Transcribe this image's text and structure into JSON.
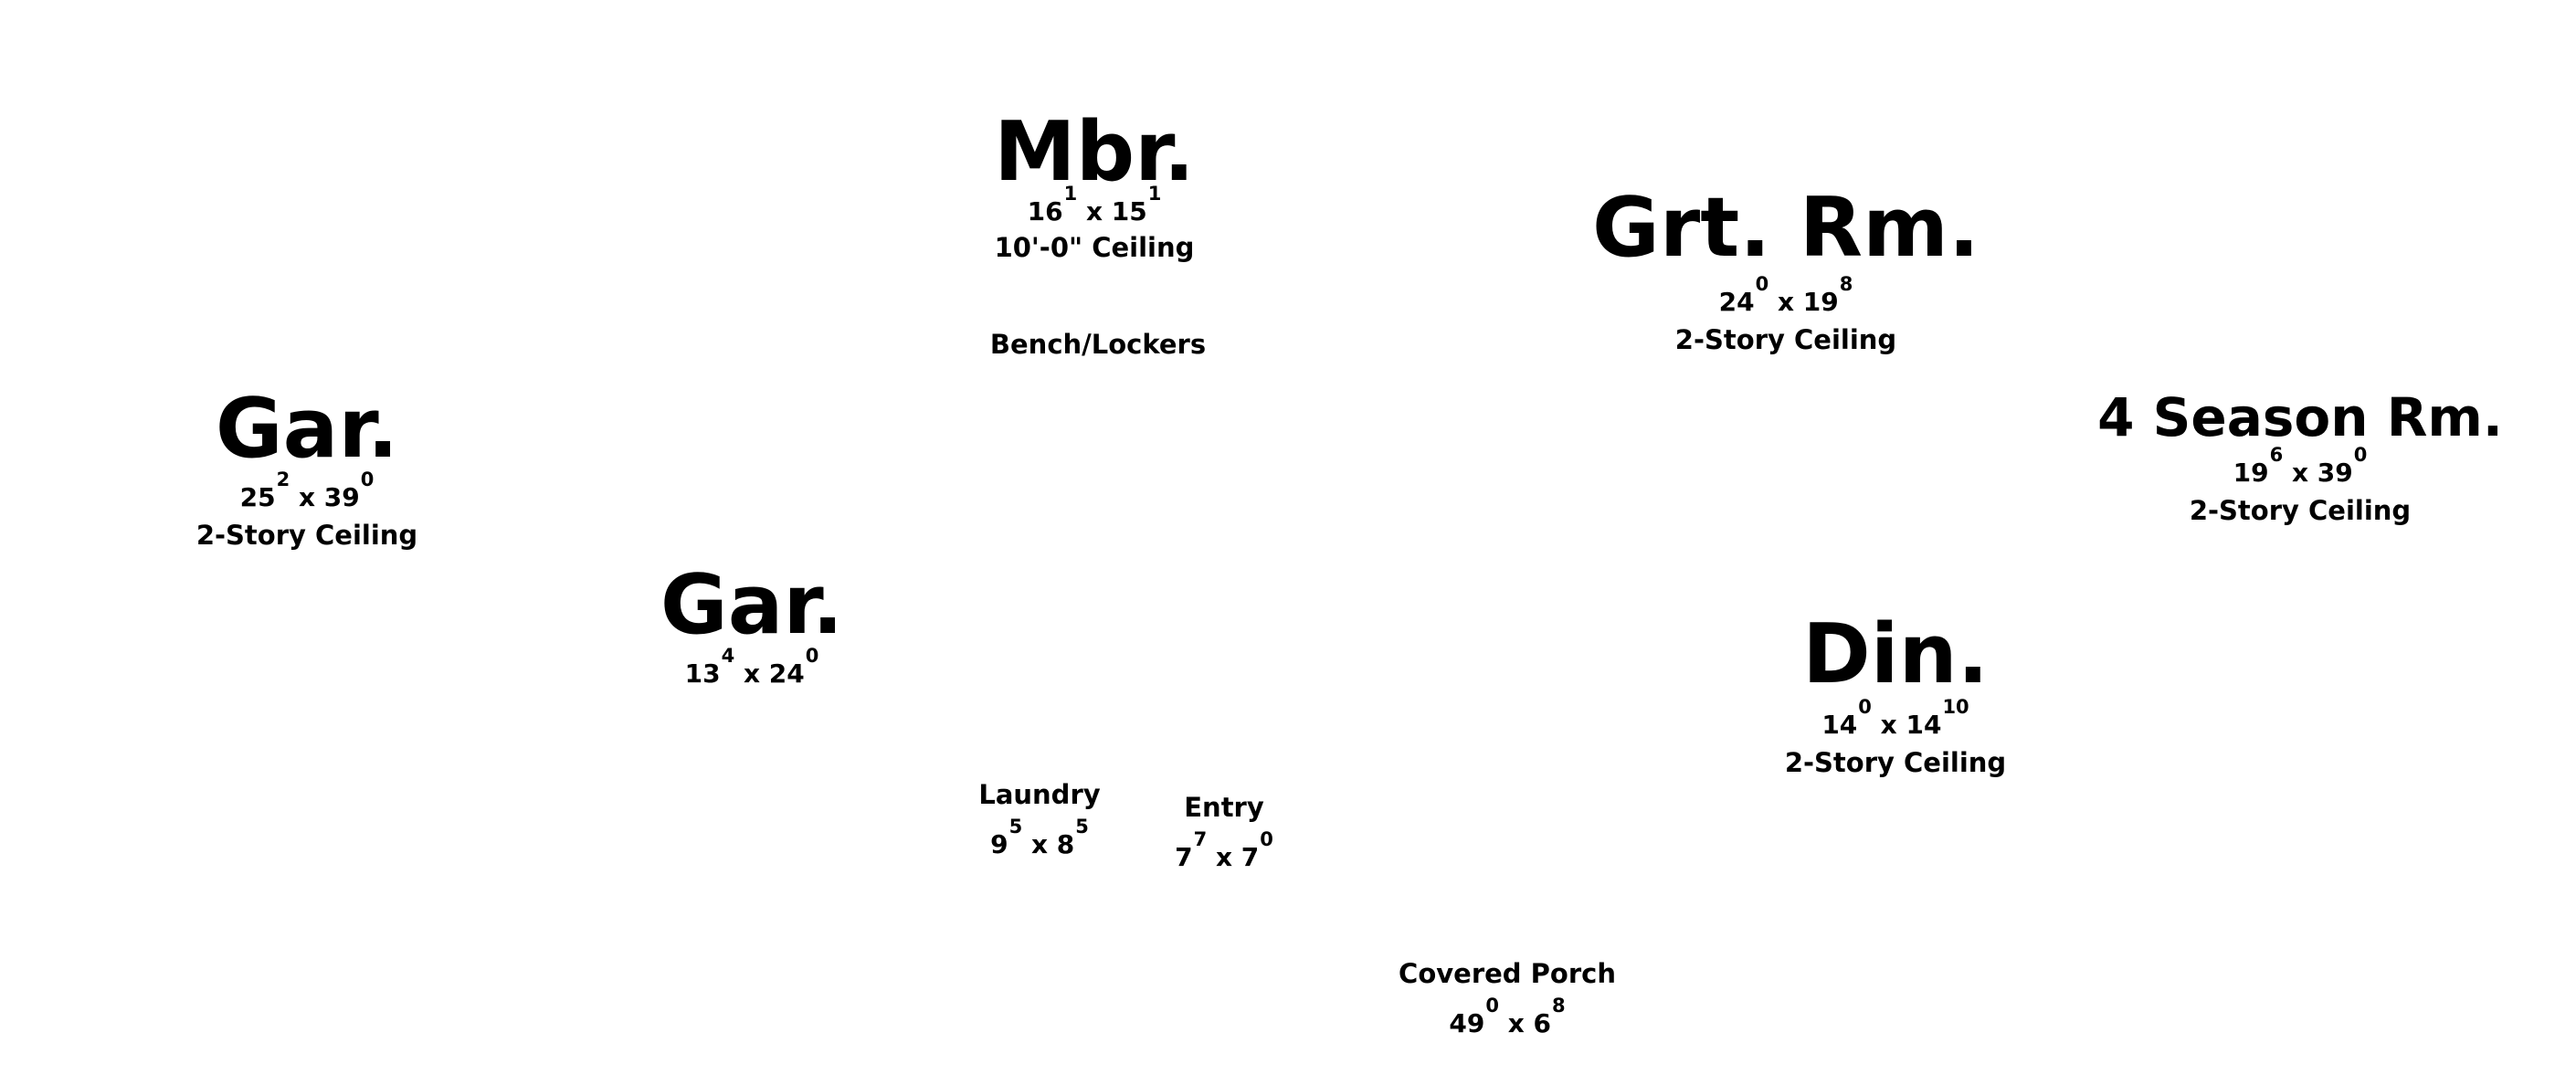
{
  "rooms": {
    "mbr": {
      "name": "Mbr.",
      "w": "16",
      "w_in": "1",
      "x": "x",
      "d": "15",
      "d_in": "1",
      "ceiling": "10'-0\" Ceiling"
    },
    "grt": {
      "name": "Grt. Rm.",
      "w": "24",
      "w_in": "0",
      "x": "x",
      "d": "19",
      "d_in": "8",
      "ceiling": "2-Story Ceiling"
    },
    "gar1": {
      "name": "Gar.",
      "w": "25",
      "w_in": "2",
      "x": "x",
      "d": "39",
      "d_in": "0",
      "ceiling": "2-Story Ceiling"
    },
    "season": {
      "name": "4 Season Rm.",
      "w": "19",
      "w_in": "6",
      "x": "x",
      "d": "39",
      "d_in": "0",
      "ceiling": "2-Story Ceiling"
    },
    "gar2": {
      "name": "Gar.",
      "w": "13",
      "w_in": "4",
      "x": "x",
      "d": "24",
      "d_in": "0"
    },
    "din": {
      "name": "Din.",
      "w": "14",
      "w_in": "0",
      "x": "x",
      "d": "14",
      "d_in": "10",
      "ceiling": "2-Story Ceiling"
    },
    "laundry": {
      "name": "Laundry",
      "w": "9",
      "w_in": "5",
      "x": "x",
      "d": "8",
      "d_in": "5"
    },
    "entry": {
      "name": "Entry",
      "w": "7",
      "w_in": "7",
      "x": "x",
      "d": "7",
      "d_in": "0"
    },
    "porch": {
      "name": "Covered Porch",
      "w": "49",
      "w_in": "0",
      "x": "x",
      "d": "6",
      "d_in": "8"
    }
  },
  "labels": {
    "bench": "Bench/Lockers"
  }
}
